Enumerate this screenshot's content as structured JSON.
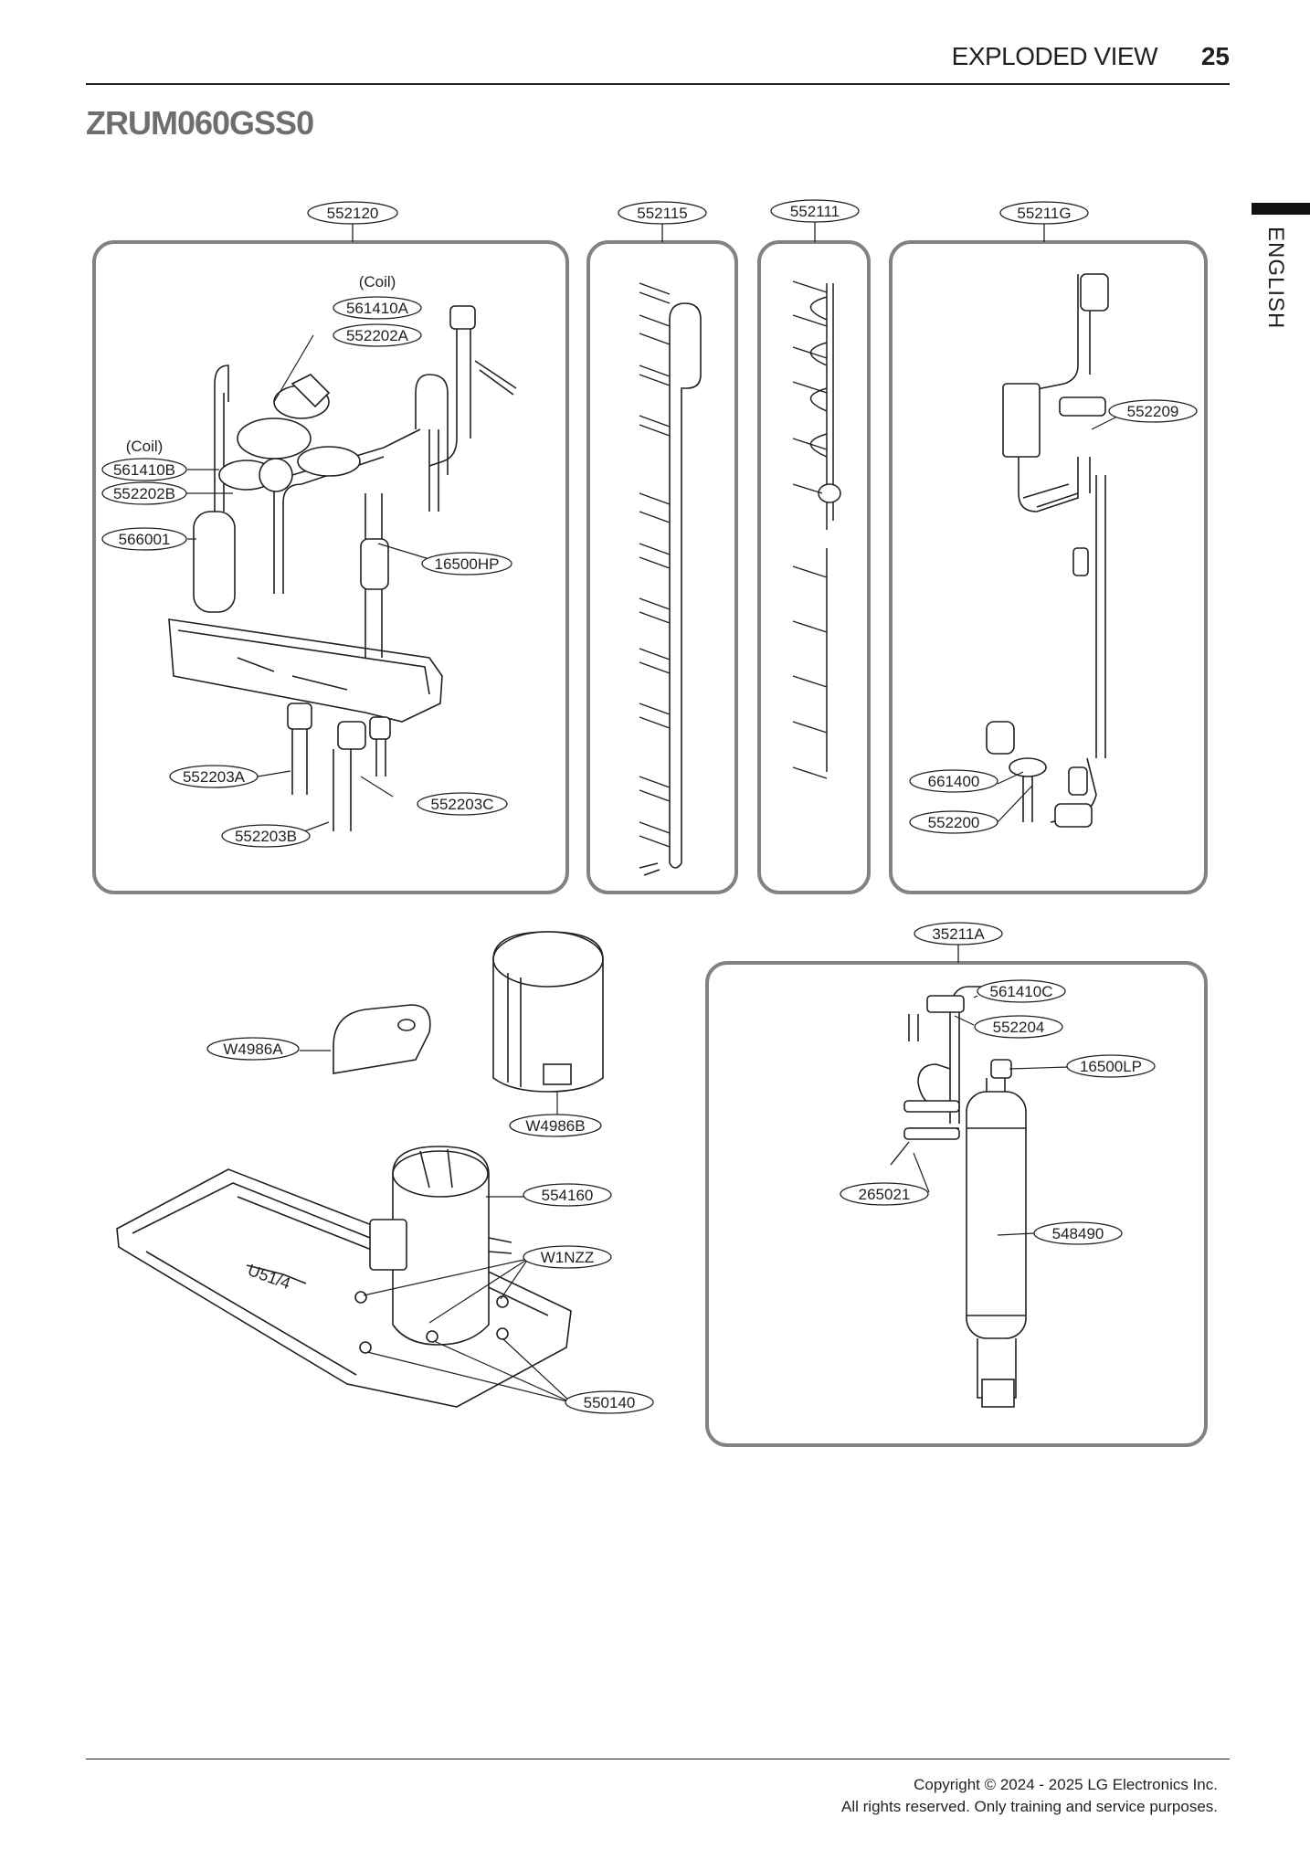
{
  "header": {
    "section_title": "EXPLODED VIEW",
    "page_number": "25"
  },
  "model": "ZRUM060GSS0",
  "side_tab": "ENGLISH",
  "parts": {
    "p552120": "552120",
    "p552115": "552115",
    "p552111": "552111",
    "p55211G": "55211G",
    "coil": "(Coil)",
    "p561410A": "561410A",
    "p552202A": "552202A",
    "p561410B": "561410B",
    "p552202B": "552202B",
    "p566001": "566001",
    "p16500HP": "16500HP",
    "p552203A": "552203A",
    "p552203C": "552203C",
    "p552203B": "552203B",
    "p552209": "552209",
    "p661400": "661400",
    "p552200": "552200",
    "p35211A": "35211A",
    "p561410C": "561410C",
    "p552204": "552204",
    "p16500LP": "16500LP",
    "p265021": "265021",
    "p548490": "548490",
    "pW4986A": "W4986A",
    "pW4986B": "W4986B",
    "p554160": "554160",
    "pW1NZZ": "W1NZZ",
    "p550140": "550140"
  },
  "footer": {
    "copyright": "Copyright © 2024 - 2025 LG Electronics Inc.",
    "rights": "All rights reserved. Only training and service purposes."
  }
}
